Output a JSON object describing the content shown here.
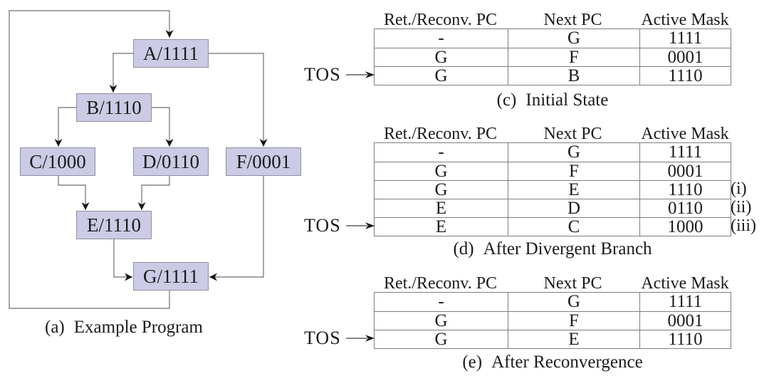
{
  "colors": {
    "node_fill": "#cbcbe6",
    "node_border": "#8f8f9e",
    "line": "#6e6e6e",
    "arrowhead": "#141414",
    "table_border": "#7e7e7e"
  },
  "diagram": {
    "caption_tag": "(a)",
    "caption_title": "Example Program",
    "nodes": [
      {
        "id": "A",
        "label": "A/1111"
      },
      {
        "id": "B",
        "label": "B/1110"
      },
      {
        "id": "C",
        "label": "C/1000"
      },
      {
        "id": "D",
        "label": "D/0110"
      },
      {
        "id": "F",
        "label": "F/0001"
      },
      {
        "id": "E",
        "label": "E/1110"
      },
      {
        "id": "G",
        "label": "G/1111"
      }
    ]
  },
  "stack_tables": [
    {
      "caption_tag": "(c)",
      "caption_title": "Initial State",
      "tos_label": "TOS",
      "headers": [
        "Ret./Reconv. PC",
        "Next PC",
        "Active Mask"
      ],
      "rows": [
        {
          "cells": [
            "-",
            "G",
            "1111"
          ]
        },
        {
          "cells": [
            "G",
            "F",
            "0001"
          ]
        },
        {
          "cells": [
            "G",
            "B",
            "1110"
          ]
        }
      ]
    },
    {
      "caption_tag": "(d)",
      "caption_title": "After Divergent Branch",
      "tos_label": "TOS",
      "headers": [
        "Ret./Reconv. PC",
        "Next PC",
        "Active Mask"
      ],
      "rows": [
        {
          "cells": [
            "-",
            "G",
            "1111"
          ],
          "note": ""
        },
        {
          "cells": [
            "G",
            "F",
            "0001"
          ],
          "note": ""
        },
        {
          "cells": [
            "G",
            "E",
            "1110"
          ],
          "note": "(i)"
        },
        {
          "cells": [
            "E",
            "D",
            "0110"
          ],
          "note": "(ii)"
        },
        {
          "cells": [
            "E",
            "C",
            "1000"
          ],
          "note": "(iii)"
        }
      ]
    },
    {
      "caption_tag": "(e)",
      "caption_title": "After Reconvergence",
      "tos_label": "TOS",
      "headers": [
        "Ret./Reconv. PC",
        "Next PC",
        "Active Mask"
      ],
      "rows": [
        {
          "cells": [
            "-",
            "G",
            "1111"
          ]
        },
        {
          "cells": [
            "G",
            "F",
            "0001"
          ]
        },
        {
          "cells": [
            "G",
            "E",
            "1110"
          ]
        }
      ]
    }
  ]
}
